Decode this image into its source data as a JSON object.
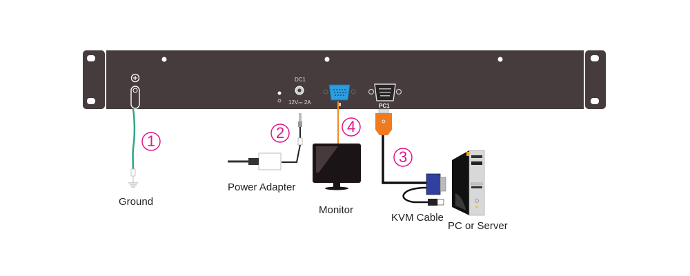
{
  "diagram": {
    "panel_labels": {
      "dc_port": "DC1",
      "dc_rating": "12V⎓ 2A",
      "pc_port": "PC1",
      "monitor_port": "■"
    },
    "steps": [
      {
        "number": "1",
        "label": "Ground"
      },
      {
        "number": "2",
        "label": "Power Adapter"
      },
      {
        "number": "3",
        "label": "KVM Cable"
      },
      {
        "number": "4",
        "label": "Monitor"
      }
    ],
    "devices": {
      "pc": "PC or Server"
    },
    "colors": {
      "panel": "#463c3d",
      "step_number": "#e0168a",
      "ground_wire": "#2aa885",
      "monitor_cable": "#f08a24",
      "vga_port": "#2c9ee0",
      "kvm_connector": "#f07a1e",
      "kvm_pc_connector": "#3040a0"
    }
  }
}
